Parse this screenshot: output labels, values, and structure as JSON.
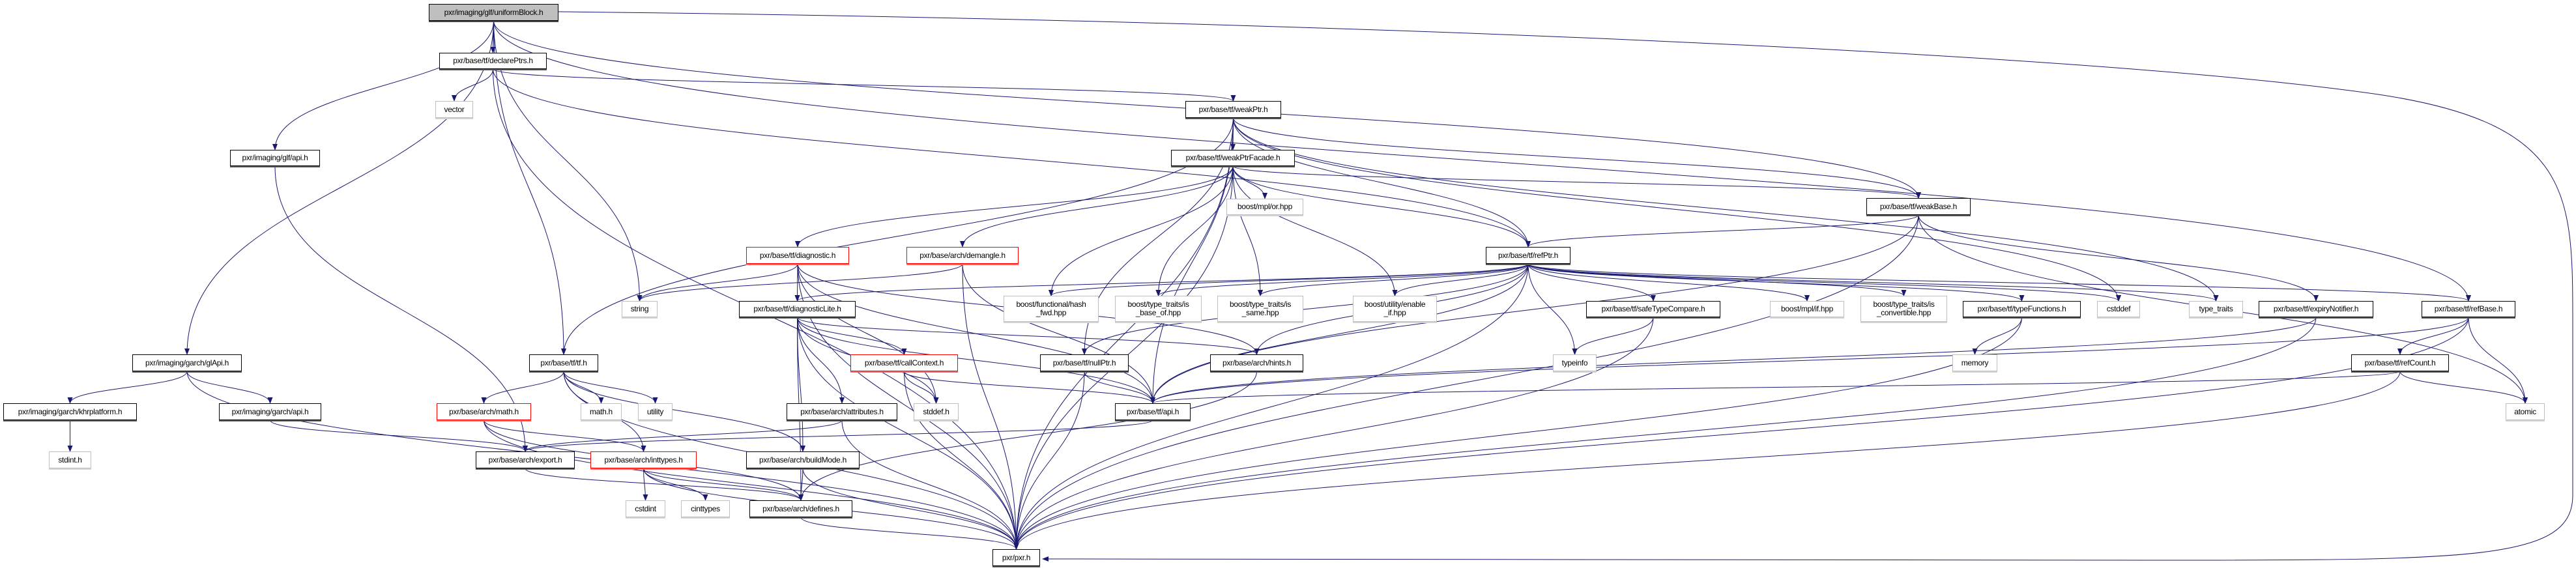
{
  "colors": {
    "edge": "#191970",
    "root_fill": "#bfbfbf",
    "truncated_border": "#ff0000",
    "external_border": "#bfbfbf"
  },
  "nodes": [
    {
      "id": "ub",
      "label": "pxr/imaging/glf/uniformBlock.h",
      "kind": "root"
    },
    {
      "id": "declarePtrs",
      "label": "pxr/base/tf/declarePtrs.h",
      "kind": "normal"
    },
    {
      "id": "vector",
      "label": "vector",
      "kind": "external"
    },
    {
      "id": "weakPtr",
      "label": "pxr/base/tf/weakPtr.h",
      "kind": "normal"
    },
    {
      "id": "glfApi",
      "label": "pxr/imaging/glf/api.h",
      "kind": "normal"
    },
    {
      "id": "weakPtrFacade",
      "label": "pxr/base/tf/weakPtrFacade.h",
      "kind": "normal"
    },
    {
      "id": "orhpp",
      "label": "boost/mpl/or.hpp",
      "kind": "external"
    },
    {
      "id": "weakBase",
      "label": "pxr/base/tf/weakBase.h",
      "kind": "normal"
    },
    {
      "id": "diagnostic",
      "label": "pxr/base/tf/diagnostic.h",
      "kind": "truncated"
    },
    {
      "id": "demangle",
      "label": "pxr/base/arch/demangle.h",
      "kind": "truncated"
    },
    {
      "id": "refPtr",
      "label": "pxr/base/tf/refPtr.h",
      "kind": "normal"
    },
    {
      "id": "string",
      "label": "string",
      "kind": "external"
    },
    {
      "id": "diagnosticLite",
      "label": "pxr/base/tf/diagnosticLite.h",
      "kind": "normal"
    },
    {
      "id": "hashfwd",
      "label": "boost/functional/hash\n_fwd.hpp",
      "kind": "external"
    },
    {
      "id": "isbaseof",
      "label": "boost/type_traits/is\n_base_of.hpp",
      "kind": "external"
    },
    {
      "id": "issame",
      "label": "boost/type_traits/is\n_same.hpp",
      "kind": "external"
    },
    {
      "id": "enableif",
      "label": "boost/utility/enable\n_if.hpp",
      "kind": "external"
    },
    {
      "id": "safeTypeCompare",
      "label": "pxr/base/tf/safeTypeCompare.h",
      "kind": "normal"
    },
    {
      "id": "mplif",
      "label": "boost/mpl/if.hpp",
      "kind": "external"
    },
    {
      "id": "isconv",
      "label": "boost/type_traits/is\n_convertible.hpp",
      "kind": "external"
    },
    {
      "id": "typeFunctions",
      "label": "pxr/base/tf/typeFunctions.h",
      "kind": "normal"
    },
    {
      "id": "cstddef",
      "label": "cstddef",
      "kind": "external"
    },
    {
      "id": "typetraits",
      "label": "type_traits",
      "kind": "external"
    },
    {
      "id": "expiry",
      "label": "pxr/base/tf/expiryNotifier.h",
      "kind": "normal"
    },
    {
      "id": "refBase",
      "label": "pxr/base/tf/refBase.h",
      "kind": "normal"
    },
    {
      "id": "glApi",
      "label": "pxr/imaging/garch/glApi.h",
      "kind": "normal"
    },
    {
      "id": "tf",
      "label": "pxr/base/tf/tf.h",
      "kind": "normal"
    },
    {
      "id": "callContext",
      "label": "pxr/base/tf/callContext.h",
      "kind": "truncated"
    },
    {
      "id": "nullPtr",
      "label": "pxr/base/tf/nullPtr.h",
      "kind": "normal"
    },
    {
      "id": "hints",
      "label": "pxr/base/arch/hints.h",
      "kind": "normal"
    },
    {
      "id": "typeinfo",
      "label": "typeinfo",
      "kind": "external"
    },
    {
      "id": "memory",
      "label": "memory",
      "kind": "external"
    },
    {
      "id": "refCount",
      "label": "pxr/base/tf/refCount.h",
      "kind": "normal"
    },
    {
      "id": "khr",
      "label": "pxr/imaging/garch/khrplatform.h",
      "kind": "normal"
    },
    {
      "id": "garchApi",
      "label": "pxr/imaging/garch/api.h",
      "kind": "normal"
    },
    {
      "id": "archMath",
      "label": "pxr/base/arch/math.h",
      "kind": "truncated"
    },
    {
      "id": "mathh",
      "label": "math.h",
      "kind": "external"
    },
    {
      "id": "utility",
      "label": "utility",
      "kind": "external"
    },
    {
      "id": "attributes",
      "label": "pxr/base/arch/attributes.h",
      "kind": "normal"
    },
    {
      "id": "stddef",
      "label": "stddef.h",
      "kind": "external"
    },
    {
      "id": "tfApi",
      "label": "pxr/base/tf/api.h",
      "kind": "normal"
    },
    {
      "id": "atomic",
      "label": "atomic",
      "kind": "external"
    },
    {
      "id": "stdint",
      "label": "stdint.h",
      "kind": "external"
    },
    {
      "id": "export",
      "label": "pxr/base/arch/export.h",
      "kind": "normal"
    },
    {
      "id": "inttypes",
      "label": "pxr/base/arch/inttypes.h",
      "kind": "truncated"
    },
    {
      "id": "buildMode",
      "label": "pxr/base/arch/buildMode.h",
      "kind": "normal"
    },
    {
      "id": "cstdint",
      "label": "cstdint",
      "kind": "external"
    },
    {
      "id": "cinttypes",
      "label": "cinttypes",
      "kind": "external"
    },
    {
      "id": "defines",
      "label": "pxr/base/arch/defines.h",
      "kind": "normal"
    },
    {
      "id": "pxr",
      "label": "pxr/pxr.h",
      "kind": "normal"
    }
  ],
  "edges": [
    [
      "ub",
      "glfApi"
    ],
    [
      "ub",
      "glApi"
    ],
    [
      "ub",
      "declarePtrs"
    ],
    [
      "ub",
      "string"
    ],
    [
      "ub",
      "tf"
    ],
    [
      "ub",
      "weakBase"
    ],
    [
      "ub",
      "refBase"
    ],
    [
      "ub",
      "pxr"
    ],
    [
      "declarePtrs",
      "vector"
    ],
    [
      "declarePtrs",
      "pxr"
    ],
    [
      "declarePtrs",
      "weakPtr"
    ],
    [
      "declarePtrs",
      "refPtr"
    ],
    [
      "glfApi",
      "export"
    ],
    [
      "glApi",
      "khr"
    ],
    [
      "glApi",
      "garchApi"
    ],
    [
      "glApi",
      "pxr"
    ],
    [
      "khr",
      "stdint"
    ],
    [
      "garchApi",
      "export"
    ],
    [
      "weakPtr",
      "weakPtrFacade"
    ],
    [
      "weakPtr",
      "refPtr"
    ],
    [
      "weakPtr",
      "weakBase"
    ],
    [
      "weakPtr",
      "tf"
    ],
    [
      "weakPtr",
      "pxr"
    ],
    [
      "weakPtr",
      "nullPtr"
    ],
    [
      "weakPtr",
      "cstddef"
    ],
    [
      "weakPtr",
      "typetraits"
    ],
    [
      "weakPtr",
      "tfApi"
    ],
    [
      "weakPtrFacade",
      "diagnostic"
    ],
    [
      "weakPtrFacade",
      "demangle"
    ],
    [
      "weakPtrFacade",
      "orhpp"
    ],
    [
      "weakPtrFacade",
      "hashfwd"
    ],
    [
      "weakPtrFacade",
      "isbaseof"
    ],
    [
      "weakPtrFacade",
      "issame"
    ],
    [
      "weakPtrFacade",
      "enableif"
    ],
    [
      "weakPtrFacade",
      "refPtr"
    ],
    [
      "weakPtrFacade",
      "weakBase"
    ],
    [
      "weakPtrFacade",
      "pxr"
    ],
    [
      "diagnostic",
      "string"
    ],
    [
      "diagnostic",
      "diagnosticLite"
    ],
    [
      "diagnostic",
      "hints"
    ],
    [
      "diagnostic",
      "tfApi"
    ],
    [
      "diagnostic",
      "stddef"
    ],
    [
      "diagnostic",
      "pxr"
    ],
    [
      "demangle",
      "string"
    ],
    [
      "demangle",
      "pxr"
    ],
    [
      "demangle",
      "tfApi"
    ],
    [
      "refPtr",
      "diagnosticLite"
    ],
    [
      "refPtr",
      "hashfwd"
    ],
    [
      "refPtr",
      "isbaseof"
    ],
    [
      "refPtr",
      "issame"
    ],
    [
      "refPtr",
      "enableif"
    ],
    [
      "refPtr",
      "safeTypeCompare"
    ],
    [
      "refPtr",
      "mplif"
    ],
    [
      "refPtr",
      "isconv"
    ],
    [
      "refPtr",
      "typeFunctions"
    ],
    [
      "refPtr",
      "cstddef"
    ],
    [
      "refPtr",
      "typetraits"
    ],
    [
      "refPtr",
      "refBase"
    ],
    [
      "refPtr",
      "typeinfo"
    ],
    [
      "refPtr",
      "nullPtr"
    ],
    [
      "refPtr",
      "hints"
    ],
    [
      "refPtr",
      "tfApi"
    ],
    [
      "refPtr",
      "pxr"
    ],
    [
      "weakBase",
      "refPtr"
    ],
    [
      "weakBase",
      "expiry"
    ],
    [
      "weakBase",
      "atomic"
    ],
    [
      "weakBase",
      "tfApi"
    ],
    [
      "weakBase",
      "pxr"
    ],
    [
      "diagnosticLite",
      "callContext"
    ],
    [
      "diagnosticLite",
      "attributes"
    ],
    [
      "diagnosticLite",
      "buildMode"
    ],
    [
      "diagnosticLite",
      "defines"
    ],
    [
      "diagnosticLite",
      "hints"
    ],
    [
      "diagnosticLite",
      "tfApi"
    ],
    [
      "diagnosticLite",
      "stddef"
    ],
    [
      "diagnosticLite",
      "pxr"
    ],
    [
      "tf",
      "archMath"
    ],
    [
      "tf",
      "mathh"
    ],
    [
      "tf",
      "utility"
    ],
    [
      "tf",
      "inttypes"
    ],
    [
      "tf",
      "buildMode"
    ],
    [
      "tf",
      "pxr"
    ],
    [
      "callContext",
      "stddef"
    ],
    [
      "callContext",
      "tfApi"
    ],
    [
      "callContext",
      "pxr"
    ],
    [
      "archMath",
      "inttypes"
    ],
    [
      "archMath",
      "defines"
    ],
    [
      "archMath",
      "pxr"
    ],
    [
      "attributes",
      "export"
    ],
    [
      "attributes",
      "pxr"
    ],
    [
      "inttypes",
      "cstdint"
    ],
    [
      "inttypes",
      "cinttypes"
    ],
    [
      "inttypes",
      "defines"
    ],
    [
      "inttypes",
      "pxr"
    ],
    [
      "buildMode",
      "defines"
    ],
    [
      "buildMode",
      "pxr"
    ],
    [
      "export",
      "defines"
    ],
    [
      "defines",
      "pxr"
    ],
    [
      "nullPtr",
      "tfApi"
    ],
    [
      "nullPtr",
      "pxr"
    ],
    [
      "hints",
      "defines"
    ],
    [
      "tfApi",
      "export"
    ],
    [
      "safeTypeCompare",
      "typeinfo"
    ],
    [
      "safeTypeCompare",
      "pxr"
    ],
    [
      "typeFunctions",
      "memory"
    ],
    [
      "typeFunctions",
      "pxr"
    ],
    [
      "expiry",
      "tfApi"
    ],
    [
      "expiry",
      "pxr"
    ],
    [
      "refBase",
      "refCount"
    ],
    [
      "refBase",
      "atomic"
    ],
    [
      "refBase",
      "tfApi"
    ],
    [
      "refBase",
      "pxr"
    ],
    [
      "refCount",
      "atomic"
    ],
    [
      "refCount",
      "tfApi"
    ],
    [
      "refCount",
      "pxr"
    ]
  ]
}
